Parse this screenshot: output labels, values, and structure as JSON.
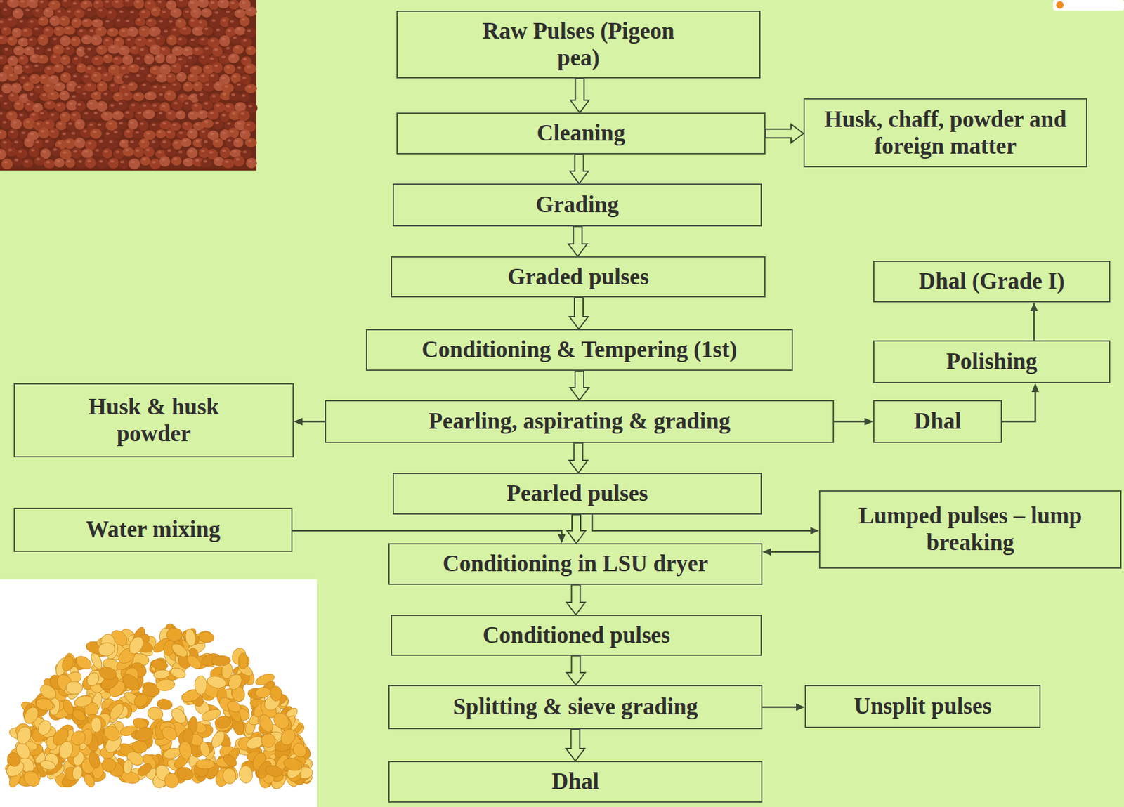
{
  "diagram": {
    "nodes": [
      {
        "text": [
          "Raw Pulses (Pigeon pea)"
        ]
      },
      {
        "text": [
          "Cleaning"
        ]
      },
      {
        "text": [
          "Husk, chaff, powder and foreign matter"
        ]
      },
      {
        "text": [
          "Grading"
        ]
      },
      {
        "text": [
          "Graded pulses"
        ]
      },
      {
        "text": [
          "Dhal (Grade I)"
        ]
      },
      {
        "text": [
          "Conditioning & Tempering (1st)"
        ]
      },
      {
        "text": [
          "Polishing"
        ]
      },
      {
        "text": [
          "Husk & husk powder"
        ]
      },
      {
        "text": [
          "Pearling, aspirating & grading"
        ]
      },
      {
        "text": [
          "Dhal"
        ]
      },
      {
        "text": [
          "Pearled pulses"
        ]
      },
      {
        "text": [
          "Water mixing"
        ]
      },
      {
        "text": [
          "Lumped pulses – lump breaking"
        ]
      },
      {
        "text": [
          "Conditioning in LSU dryer"
        ]
      },
      {
        "text": [
          "Conditioned pulses"
        ]
      },
      {
        "text": [
          "Splitting & sieve grading"
        ]
      },
      {
        "text": [
          "Unsplit pulses"
        ]
      },
      {
        "text": [
          "Dhal"
        ]
      }
    ],
    "edges": [
      {
        "from": 0,
        "to": 1,
        "arrow": "to"
      },
      {
        "from": 1,
        "to": 2,
        "arrow": "to"
      },
      {
        "from": 1,
        "to": 3,
        "arrow": "to"
      },
      {
        "from": 3,
        "to": 4,
        "arrow": "to"
      },
      {
        "from": 4,
        "to": 6,
        "arrow": "to"
      },
      {
        "from": 6,
        "to": 9,
        "arrow": "to"
      },
      {
        "from": 9,
        "to": 8,
        "arrow": "to"
      },
      {
        "from": 9,
        "to": 10,
        "arrow": "to"
      },
      {
        "from": 10,
        "to": 7,
        "arrow": "to"
      },
      {
        "from": 7,
        "to": 5,
        "arrow": "to"
      },
      {
        "from": 9,
        "to": 11,
        "arrow": "to"
      },
      {
        "from": 11,
        "to": 14,
        "arrow": "to"
      },
      {
        "from": 12,
        "to": 14,
        "arrow": "to"
      },
      {
        "from": 11,
        "to": 13,
        "arrow": "to"
      },
      {
        "from": 13,
        "to": 14,
        "arrow": "to"
      },
      {
        "from": 14,
        "to": 15,
        "arrow": "to"
      },
      {
        "from": 15,
        "to": 16,
        "arrow": "to"
      },
      {
        "from": 16,
        "to": 17,
        "arrow": "to"
      },
      {
        "from": 16,
        "to": 18,
        "arrow": "to"
      }
    ]
  }
}
